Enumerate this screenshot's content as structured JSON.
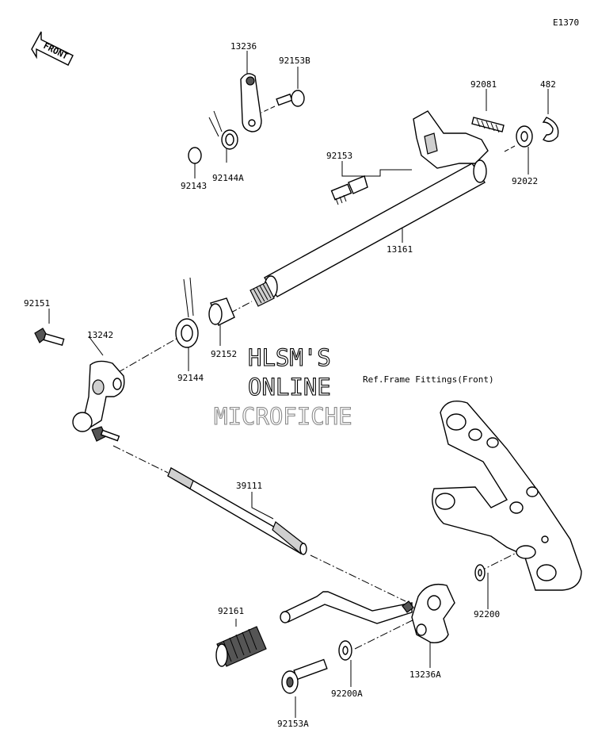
{
  "diagram_code": "E1370",
  "front_arrow_label": "FRONT",
  "ref_label": "Ref.Frame Fittings(Front)",
  "watermark": {
    "line1": "HLSM'S",
    "line2": "ONLINE",
    "line3": "MICROFICHE",
    "colors": {
      "line1": "#000000",
      "line2": "#000000",
      "line3": "#8a8a8a"
    }
  },
  "parts": {
    "p13236": "13236",
    "p92153B": "92153B",
    "p92081": "92081",
    "p482": "482",
    "p92153": "92153",
    "p92022": "92022",
    "p92143": "92143",
    "p92144A": "92144A",
    "p13161": "13161",
    "p92151": "92151",
    "p13242": "13242",
    "p92152": "92152",
    "p92144": "92144",
    "p39111": "39111",
    "p92200": "92200",
    "p92161": "92161",
    "p13236A": "13236A",
    "p92200A": "92200A",
    "p92153A": "92153A"
  }
}
